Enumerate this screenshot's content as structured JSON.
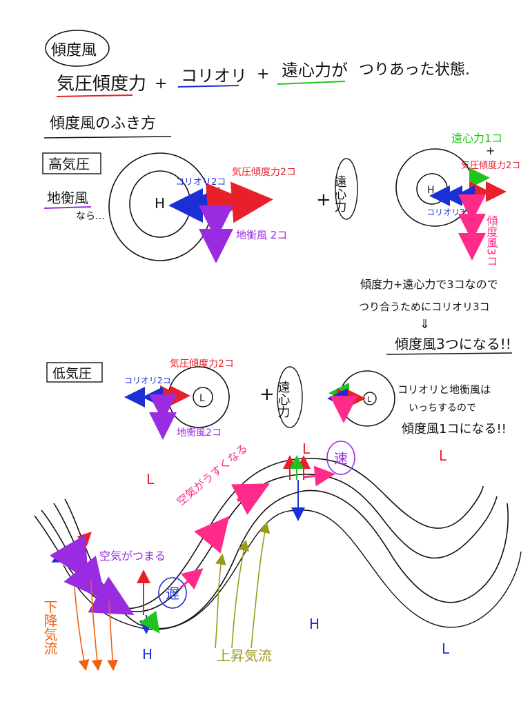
{
  "title": "傾度風",
  "summary": {
    "term1": "気圧傾度力",
    "plus1": "+",
    "term2": "コリオリ",
    "plus2": "+",
    "term3": "遠心力が",
    "tail": "つりあった状態."
  },
  "section_heading": "傾度風のふき方",
  "high": {
    "box_label": "高気圧",
    "geo_label": "地衡風",
    "nara": "なら…",
    "center": "H",
    "coriolis": "コリオリ2コ",
    "pgf": "気圧傾度力2コ",
    "geo_wind": "地衡風 2コ",
    "plus": "+",
    "centrifugal_box": "遠心力",
    "right_centrifugal": "遠心力1コ",
    "right_plus": "+",
    "right_pgf": "気圧傾度力2コ",
    "right_coriolis": "コリオリ3コ",
    "right_gradient": "傾度風3コ",
    "note1": "傾度力+遠心力で3コなので",
    "note2": "つり合うためにコリオリ3コ",
    "arrow_glyph": "⇓",
    "conclusion": "傾度風3つになる!!"
  },
  "low": {
    "box_label": "低気圧",
    "center": "L",
    "coriolis": "コリオリ2コ",
    "pgf": "気圧傾度力2コ",
    "geo_wind": "地衡風2コ",
    "plus": "+",
    "centrifugal_box": "遠心力",
    "note1": "コリオリと地衡風は",
    "note2": "いっちするので",
    "note3": "傾度風1コになる!!"
  },
  "wave": {
    "L_left": "L",
    "L_top": "L",
    "L_right": "L",
    "L_bottom_right": "L",
    "H_middle": "H",
    "H_bottom_left": "H",
    "thin_air": "空気がうすくなる",
    "air_pile": "空気がつまる",
    "fast": "速",
    "slow": "遅",
    "downdraft": "下降気流",
    "updraft": "上昇気流"
  },
  "colors": {
    "red": "#e8202a",
    "blue": "#1a2fd6",
    "green": "#1fc41f",
    "purple": "#9a2be0",
    "magenta": "#ff2a8a",
    "olive": "#9a9a1a",
    "orange": "#f06010",
    "ink": "#111111"
  }
}
